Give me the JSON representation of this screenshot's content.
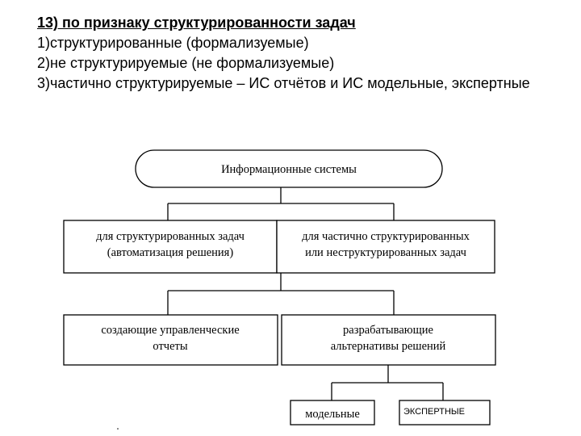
{
  "heading": "13) по признаку структурированности задач",
  "list": [
    "1)структурированные (формализуемые)",
    "2)не структурируемые (не формализуемые)",
    "3)частично структурируемые – ИС отчётов и ИС модельные, экспертные"
  ],
  "diagram": {
    "root": "Информационные системы",
    "left_branch": [
      "для структурированных задач",
      "(автоматизация решения)"
    ],
    "right_branch": [
      "для частично структурированных",
      "или неструктурированных задач"
    ],
    "left_child": [
      "создающие управленческие",
      "отчеты"
    ],
    "right_child": [
      "разрабатывающие",
      "альтернативы решений"
    ],
    "leaf_model": "модельные",
    "leaf_expert": "ЭКСПЕРТНЫЕ"
  }
}
